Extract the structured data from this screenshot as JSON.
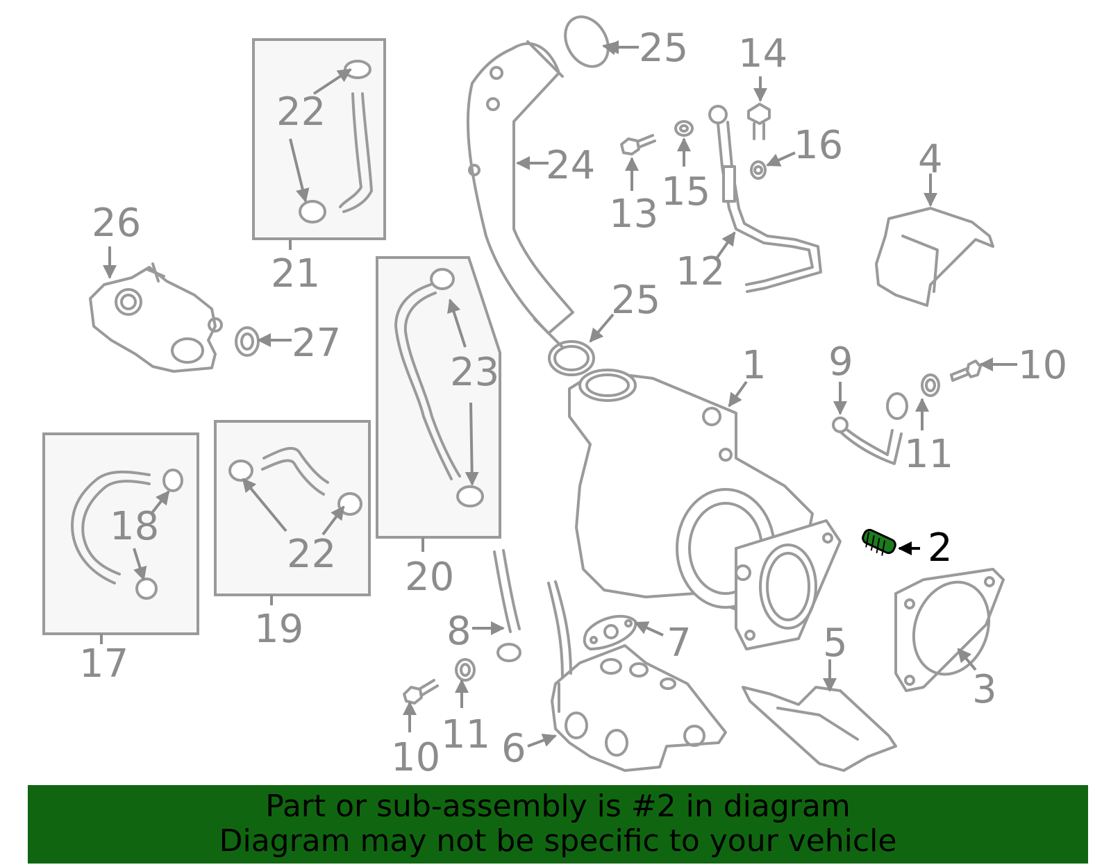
{
  "diagram": {
    "highlighted_part": "2",
    "highlight_color": "#1e7a1e",
    "callouts": {
      "c1": "1",
      "c2": "2",
      "c3": "3",
      "c4": "4",
      "c5": "5",
      "c6": "6",
      "c7": "7",
      "c8": "8",
      "c9": "9",
      "c10a": "10",
      "c10b": "10",
      "c11a": "11",
      "c11b": "11",
      "c12": "12",
      "c13": "13",
      "c14": "14",
      "c15": "15",
      "c16": "16",
      "c17": "17",
      "c18": "18",
      "c19": "19",
      "c20": "20",
      "c21": "21",
      "c22a": "22",
      "c22b": "22",
      "c23": "23",
      "c24": "24",
      "c25a": "25",
      "c25b": "25",
      "c26": "26",
      "c27": "27"
    }
  },
  "footer": {
    "line1": "Part or sub-assembly is #2 in diagram",
    "line2": "Diagram may not be specific to your vehicle",
    "background": "#106610"
  }
}
